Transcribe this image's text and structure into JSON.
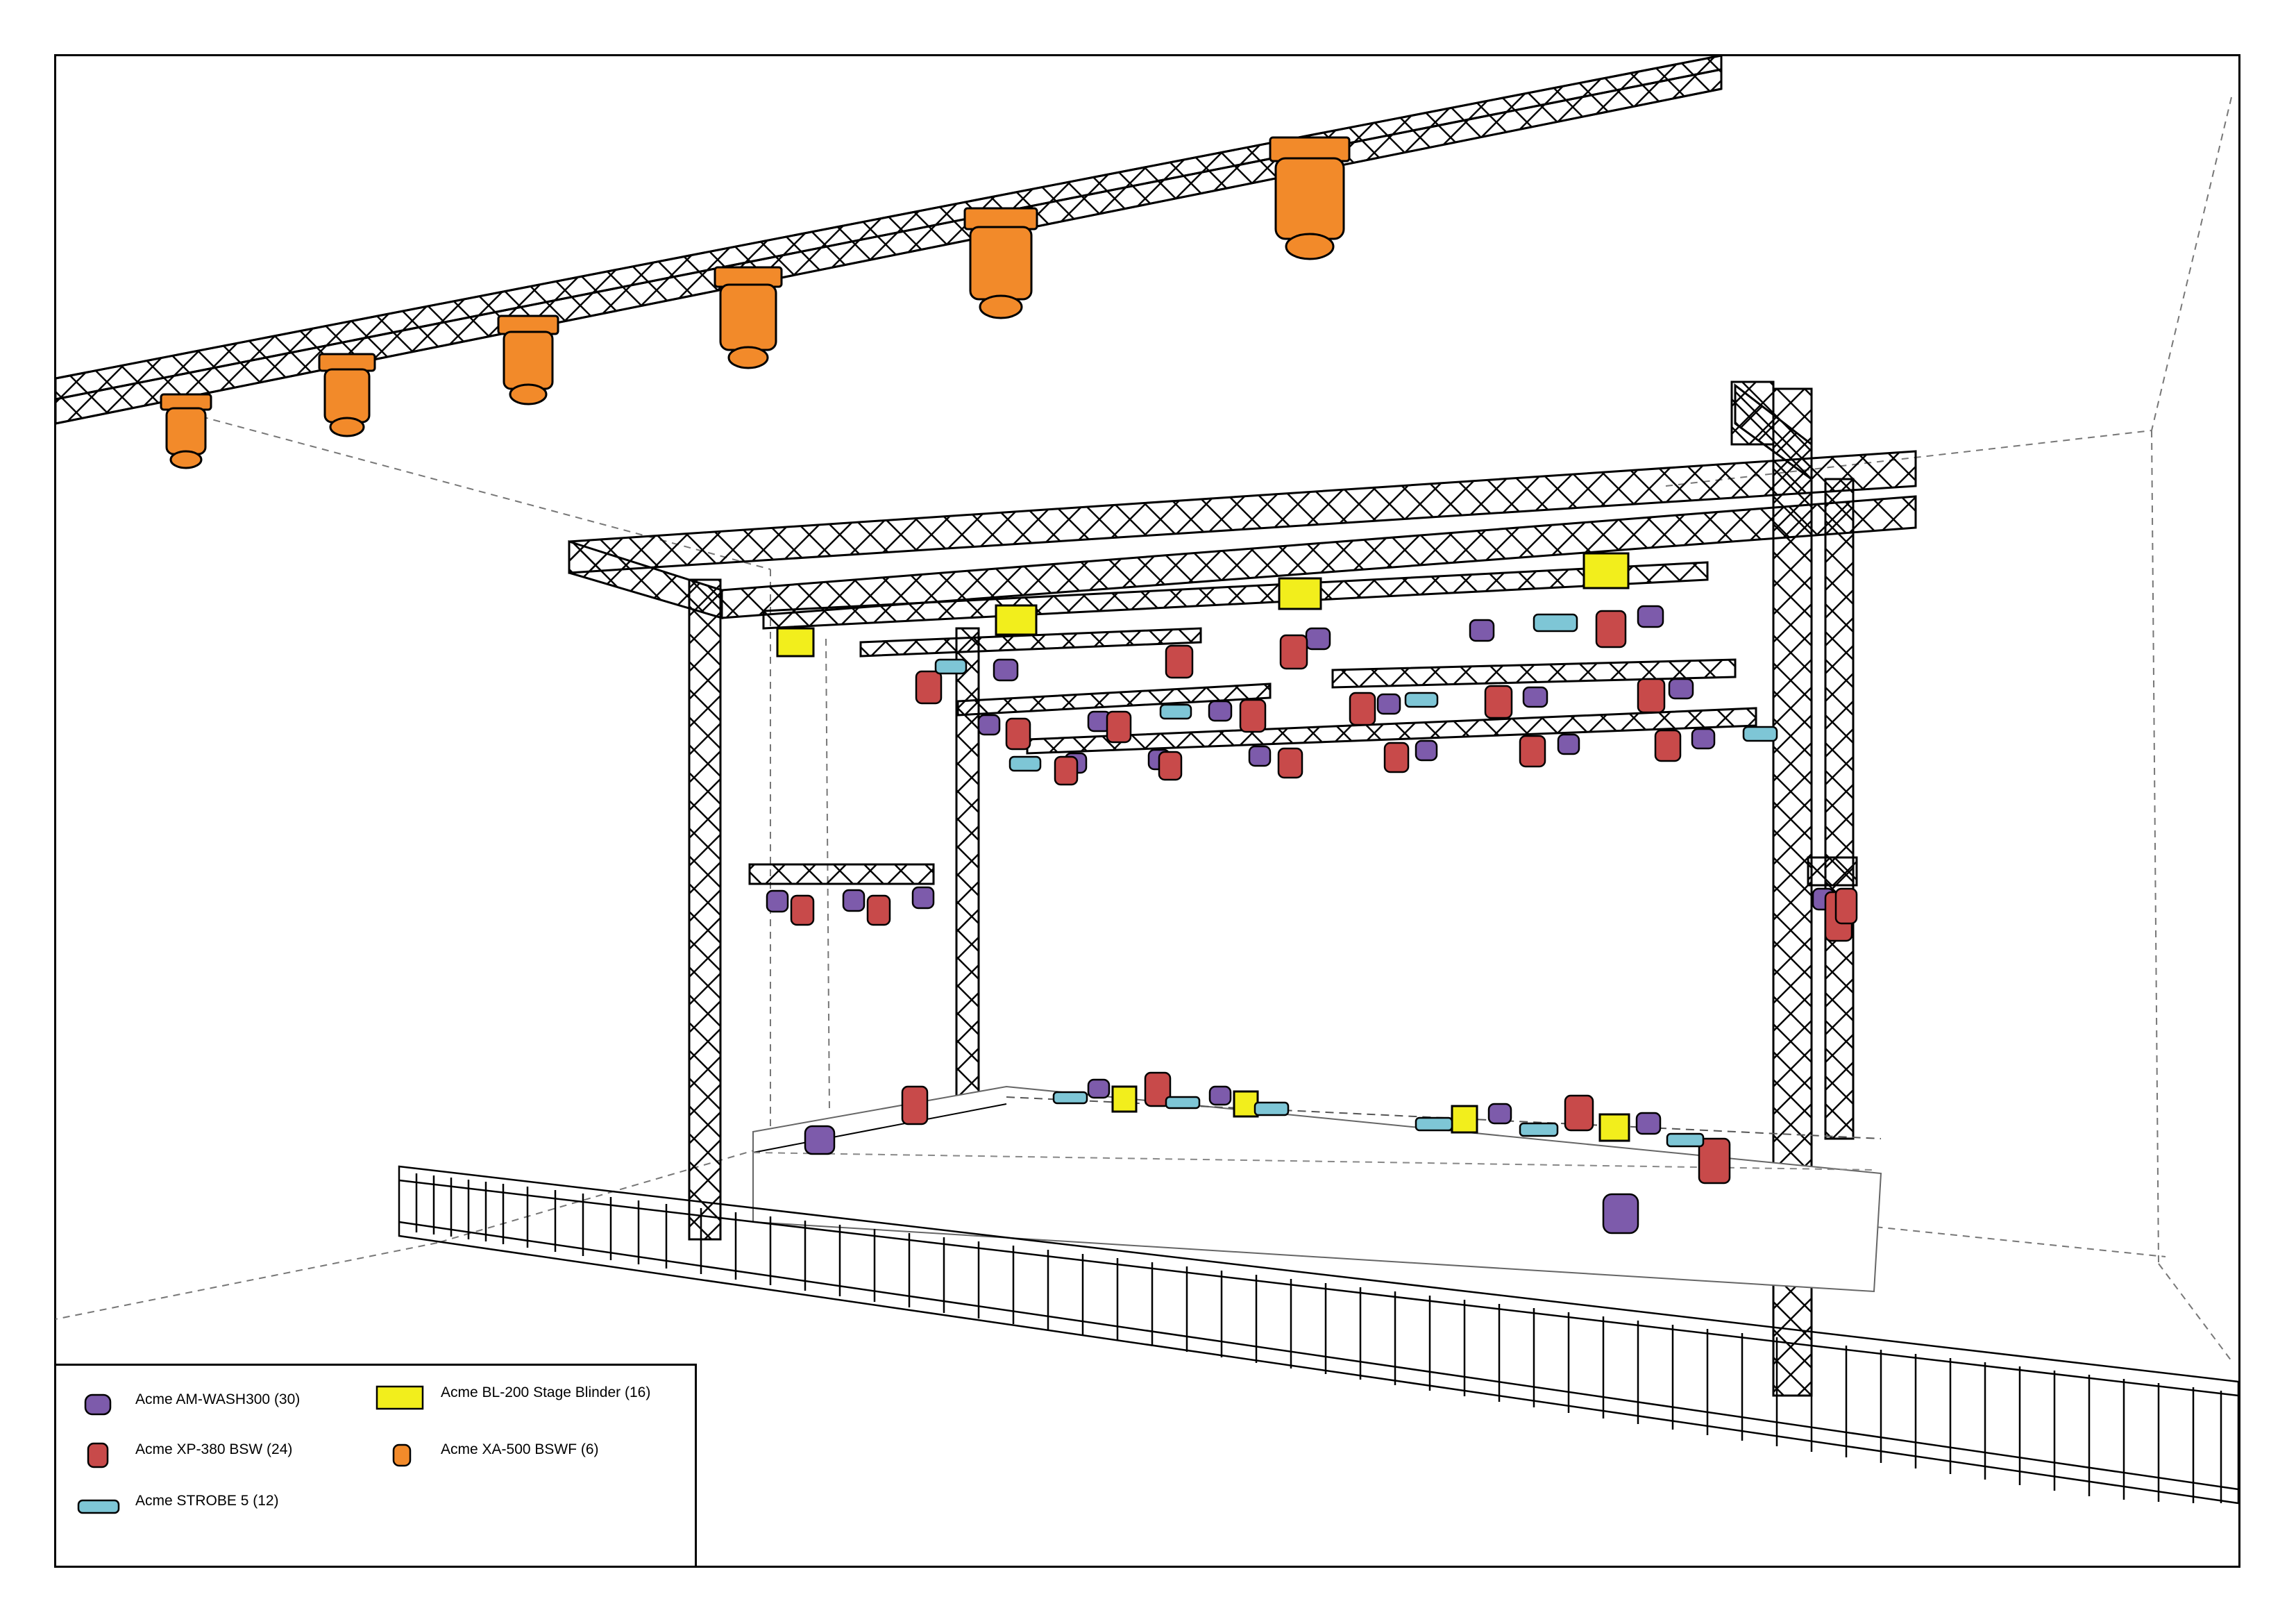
{
  "fixtures": {
    "wash": {
      "icon": "moving-head-wash-icon",
      "color": "#7d5bab"
    },
    "spot": {
      "icon": "moving-head-spot-icon",
      "color": "#c84a4a"
    },
    "strobe": {
      "icon": "strobe-bar-icon",
      "color": "#7ec6d6"
    },
    "blinder": {
      "icon": "stage-blinder-icon",
      "color": "#f2ee1c"
    },
    "xa": {
      "icon": "xa-500-spot-icon",
      "color": "#f28a2a"
    }
  },
  "legend": {
    "items": [
      {
        "label": "Acme AM-WASH300 (30)",
        "icon": "wash-legend-icon"
      },
      {
        "label": "Acme XP-380 BSW (24)",
        "icon": "spot-legend-icon"
      },
      {
        "label": "Acme STROBE 5 (12)",
        "icon": "strobe-legend-icon"
      },
      {
        "label": "Acme BL-200 Stage Blinder (16)",
        "icon": "blinder-legend-icon"
      },
      {
        "label": "Acme XA-500 BSWF (6)",
        "icon": "xa-legend-icon"
      }
    ]
  }
}
